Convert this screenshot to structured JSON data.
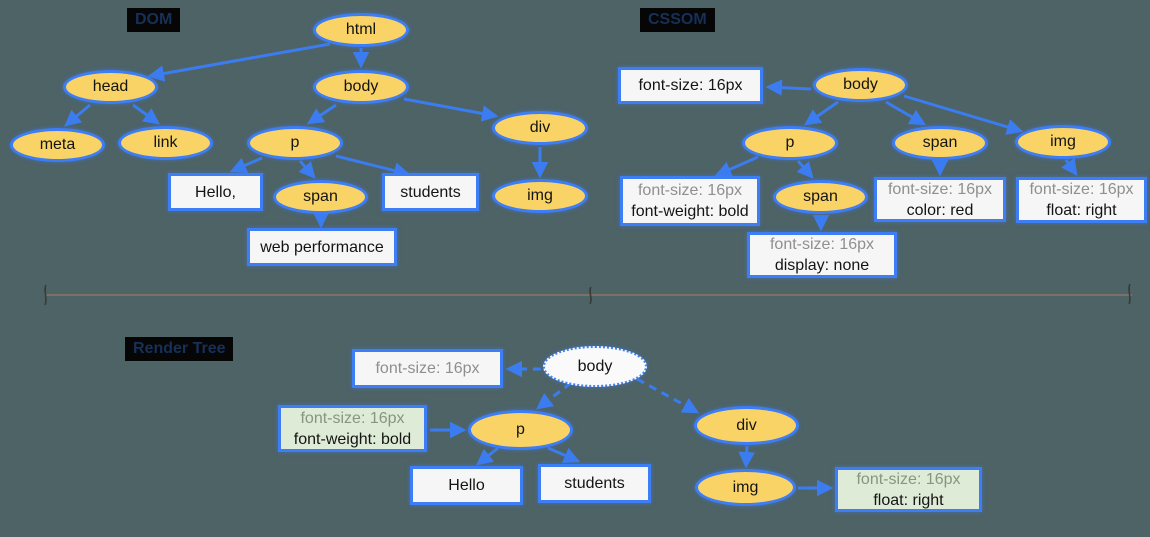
{
  "colors": {
    "background": "#4D6366",
    "node_fill": "#F9D366",
    "node_border": "#3D7DF5",
    "arrow_blue": "#3B7CF0",
    "text_box_fill": "#F6F6F6",
    "green_box_fill": "#DEEBD6",
    "render_body_fill": "#FAFAFA",
    "divider_line": "#8A7668",
    "heading_bg": "#060606",
    "heading_text": "#17305A",
    "muted_text": "#8F8F8F"
  },
  "dom": {
    "heading": "DOM",
    "html": "html",
    "head": "head",
    "body": "body",
    "meta": "meta",
    "link": "link",
    "p": "p",
    "div": "div",
    "span": "span",
    "img": "img",
    "text_hello": "Hello,",
    "text_students": "students",
    "text_webperf": "web performance",
    "edges": [
      "html>head",
      "html>body",
      "head>meta",
      "head>link",
      "body>p",
      "body>div",
      "p>Hello,",
      "p>span",
      "p>students",
      "span>web performance",
      "div>img"
    ]
  },
  "cssom": {
    "heading": "CSSOM",
    "body": "body",
    "p": "p",
    "span1": "span",
    "img": "img",
    "span2": "span",
    "box_body": {
      "line1": "font-size: 16px"
    },
    "box_p": {
      "line1": "font-size: 16px",
      "line2": "font-weight: bold"
    },
    "box_span1": {
      "line1": "font-size: 16px",
      "line2": "color: red"
    },
    "box_img": {
      "line1": "font-size: 16px",
      "line2": "float: right"
    },
    "box_span2": {
      "line1": "font-size: 16px",
      "line2": "display: none"
    },
    "edges": [
      "body>font-size box",
      "body>p",
      "body>span",
      "body>img",
      "p>font-weight box",
      "p>span",
      "span>color box",
      "span>display box",
      "img>float box"
    ]
  },
  "render": {
    "heading": "Render Tree",
    "body": "body",
    "p": "p",
    "div": "div",
    "img": "img",
    "text_hello": "Hello",
    "text_students": "students",
    "box_body": {
      "line1": "font-size: 16px"
    },
    "box_p": {
      "line1": "font-size: 16px",
      "line2": "font-weight: bold"
    },
    "box_img": {
      "line1": "font-size: 16px",
      "line2": "float: right"
    },
    "edges": [
      "body>font-size box (dashed)",
      "body>p (dashed)",
      "body>div (dashed)",
      "font-weight box>p",
      "p>Hello",
      "p>students",
      "div>img",
      "img>float box"
    ]
  }
}
